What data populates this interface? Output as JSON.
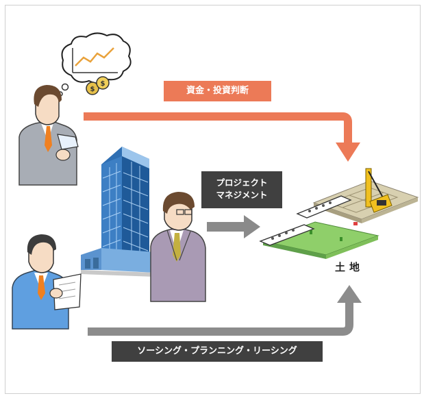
{
  "labels": {
    "finance": "資金・投資判断",
    "project_management_line1": "プロジェクト",
    "project_management_line2": "マネジメント",
    "sourcing": "ソーシング・プランニング・リーシング",
    "land": "土地"
  },
  "colors": {
    "finance_arrow": "#ec7a57",
    "pm_arrow": "#8a8a8a",
    "sourcing_arrow": "#8c8c8c",
    "label_dark": "#404040",
    "building_blue": "#3d7fc4",
    "land_green": "#8fcf6a",
    "crane_yellow": "#f0c020"
  },
  "icons": {
    "investor": "businessman-thinking-icon",
    "thought": "thought-bubble-chart-icon",
    "building": "office-building-icon",
    "manager": "project-manager-icon",
    "sourcing_person": "businessman-reading-icon",
    "land": "land-site-construction-icon"
  }
}
